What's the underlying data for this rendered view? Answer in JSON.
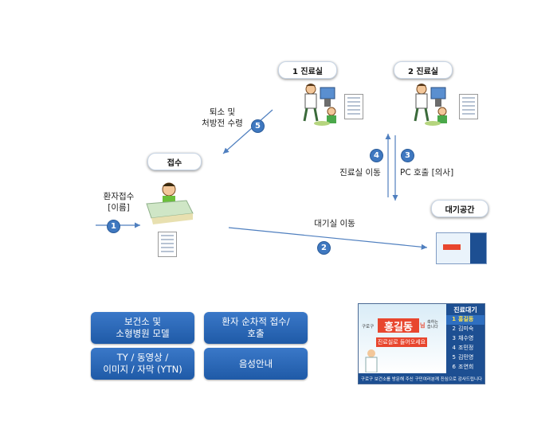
{
  "rooms": {
    "room1": "1 진료실",
    "room2": "2 진료실",
    "reception": "접수",
    "waiting": "대기공간"
  },
  "labels": {
    "checkout": [
      "퇴소 및",
      "처방전 수령"
    ],
    "registration": [
      "환자접수",
      "[이름]"
    ],
    "move_room": "진료실 이동",
    "pc_call": "PC 호출 [의사]",
    "move_waiting": "대기실 이동"
  },
  "steps": [
    "1",
    "2",
    "3",
    "4",
    "5"
  ],
  "buttons": {
    "model": [
      "보건소 및",
      "소형병원 모델"
    ],
    "sequential": [
      "환자 순차적 접수/",
      "호출"
    ],
    "media": [
      "TY / 동영상 /",
      "이미지 / 자막 (YTN)"
    ],
    "voice": "음성안내"
  },
  "board": {
    "prefix": "구로구",
    "name": "홍길동",
    "suffix": "님",
    "greeting": [
      "축하는",
      "습니다"
    ],
    "enter": "진료실로 들어오세요",
    "queue_title": "진료대기",
    "queue": [
      {
        "n": "1",
        "name": "홍길동"
      },
      {
        "n": "2",
        "name": "김미숙"
      },
      {
        "n": "3",
        "name": "채수영"
      },
      {
        "n": "4",
        "name": "조민정"
      },
      {
        "n": "5",
        "name": "김민영"
      },
      {
        "n": "6",
        "name": "조연희"
      }
    ],
    "footer": "구로구 보건소를 방문해 주신 구민여러분께 진심으로 감사드립니다"
  },
  "colors": {
    "arrow": "#4f7fbf",
    "badge": "#3f78c0",
    "button": "#2a66b5",
    "board_side": "#1d4f92",
    "name_red": "#e8462e"
  }
}
